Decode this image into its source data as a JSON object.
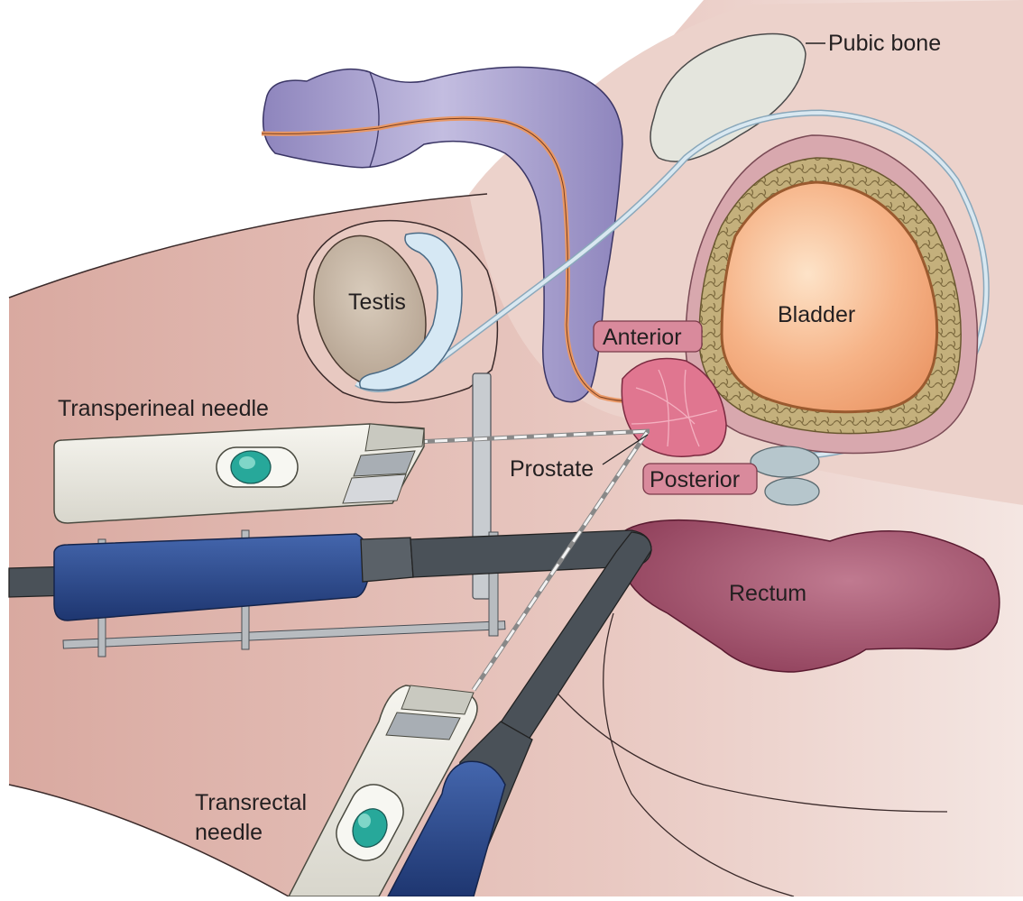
{
  "labels": {
    "pubic_bone": "Pubic  bone",
    "testis": "Testis",
    "bladder": "Bladder",
    "anterior": "Anterior",
    "posterior": "Posterior",
    "prostate": "Prostate",
    "rectum": "Rectum",
    "transperineal_needle": "Transperineal needle",
    "transrectal_needle_line1": "Transrectal",
    "transrectal_needle_line2": "needle"
  },
  "colors": {
    "skin": "#e6c4bc",
    "skin_dark": "#d4a49a",
    "penis": "#a79fcb",
    "urethra": "#e99866",
    "bladder_fill": "#f6b387",
    "bladder_wall": "#b9a573",
    "prostate": "#e07690",
    "rectum": "#a4566f",
    "seminal_vesicle": "#b6c6cc",
    "probe_blue": "#2b4a8c",
    "probe_dark": "#4a5158",
    "needle_body": "#ecebe3",
    "needle_window": "#27a89a",
    "tag_fill": "#d98a9c",
    "vas_deferens": "#cfe1ec",
    "pubic_bone": "#e4e5dd"
  }
}
